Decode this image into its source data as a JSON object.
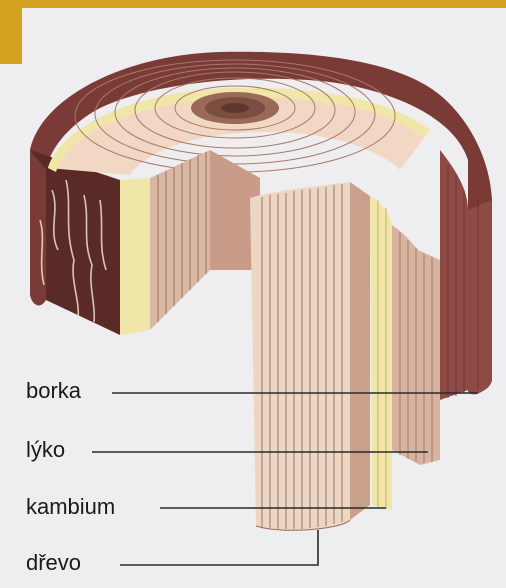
{
  "labels": {
    "borka": "borka",
    "lyko": "lýko",
    "kambium": "kambium",
    "drevo": "dřevo"
  },
  "colors": {
    "background": "#eeeef0",
    "accent_bar": "#d4a020",
    "bark": "#7a3a36",
    "bark_dark": "#4a2420",
    "phloem": "#f0e6a8",
    "wood_light": "#ead2c0",
    "wood_mid": "#c8a08c",
    "ring_line": "#9a6a58",
    "leader_line": "#2a2a2a"
  }
}
